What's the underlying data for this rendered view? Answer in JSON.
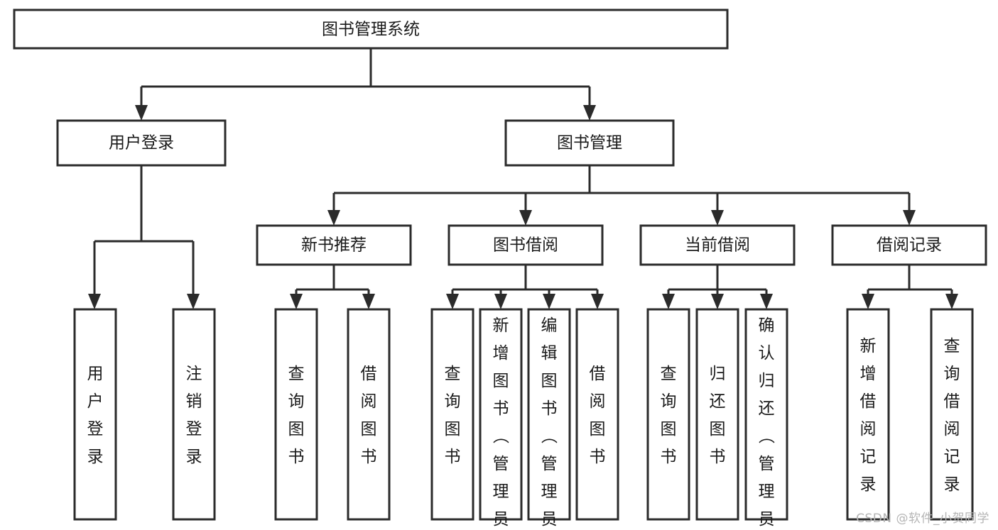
{
  "diagram": {
    "type": "tree-hierarchy",
    "orientation": "top-down",
    "title": "图书管理系统",
    "watermark": "CSDN @软件_小贺同学",
    "colors": {
      "box_fill": "#ffffff",
      "box_stroke": "#2b2b2b",
      "text": "#1a1a1a",
      "watermark": "#b5b5b5",
      "background": "#ffffff"
    },
    "root": {
      "label": "图书管理系统"
    },
    "level2": [
      {
        "label": "用户登录"
      },
      {
        "label": "图书管理"
      }
    ],
    "level3": [
      {
        "label": "新书推荐"
      },
      {
        "label": "图书借阅"
      },
      {
        "label": "当前借阅"
      },
      {
        "label": "借阅记录"
      }
    ],
    "leaves": {
      "user_login": [
        {
          "label": "用户登录",
          "align": "middle"
        },
        {
          "label": "注销登录",
          "align": "middle"
        }
      ],
      "new_book": [
        {
          "label": "查询图书",
          "align": "middle"
        },
        {
          "label": "借阅图书",
          "align": "middle"
        }
      ],
      "borrow_book": [
        {
          "label": "查询图书",
          "align": "middle"
        },
        {
          "label": "新增图书（管理员）",
          "align": "top"
        },
        {
          "label": "编辑图书（管理员）",
          "align": "top"
        },
        {
          "label": "借阅图书",
          "align": "middle"
        }
      ],
      "current_borrow": [
        {
          "label": "查询图书",
          "align": "middle"
        },
        {
          "label": "归还图书",
          "align": "middle"
        },
        {
          "label": "确认归还（管理员）",
          "align": "top"
        }
      ],
      "borrow_record": [
        {
          "label": "新增借阅记录",
          "align": "middle"
        },
        {
          "label": "查询借阅记录",
          "align": "middle"
        }
      ]
    }
  }
}
